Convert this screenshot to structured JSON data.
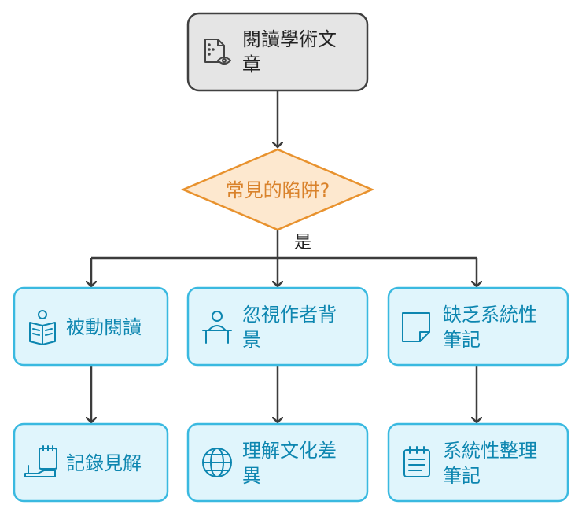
{
  "colors": {
    "start_fill": "#e5e5e5",
    "start_stroke": "#404040",
    "decision_fill": "#fde8cf",
    "decision_stroke": "#e8922e",
    "decision_text": "#d9822b",
    "box_fill": "#e0f5fc",
    "box_stroke": "#3ab9e0",
    "box_text": "#0d86b0",
    "arrow": "#3c3c3c"
  },
  "start": {
    "line1": "閱讀學術文",
    "line2": "章",
    "icon": "document-eye-icon"
  },
  "decision": {
    "text": "常見的陷阱?",
    "yes_label": "是"
  },
  "pitfalls": [
    {
      "line1": "被動閱讀",
      "line2": "",
      "icon": "reading-person-icon"
    },
    {
      "line1": "忽視作者背",
      "line2": "景",
      "icon": "person-at-desk-icon"
    },
    {
      "line1": "缺乏系統性",
      "line2": "筆記",
      "icon": "sticky-note-icon"
    }
  ],
  "solutions": [
    {
      "line1": "記錄見解",
      "line2": "",
      "icon": "hand-notepad-icon"
    },
    {
      "line1": "理解文化差",
      "line2": "異",
      "icon": "globe-icon"
    },
    {
      "line1": "系統性整理",
      "line2": "筆記",
      "icon": "notepad-icon"
    }
  ]
}
